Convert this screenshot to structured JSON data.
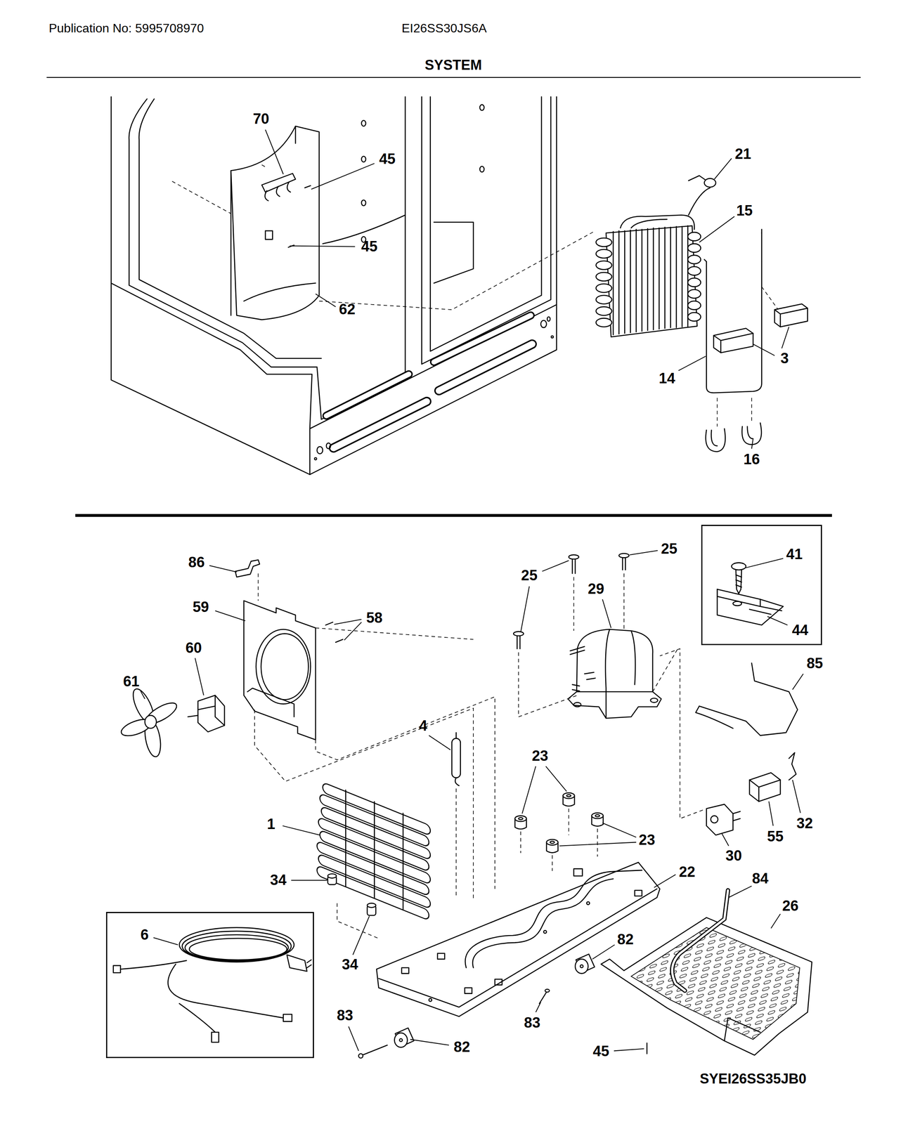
{
  "diagram": {
    "title": "SYSTEM",
    "nodes": [
      {
        "text": [
          "41",
          "44"
        ]
      },
      {
        "text": [
          "6"
        ]
      }
    ],
    "labels": [
      "Publication No: 5995708970",
      "EI26SS30JS6A",
      "70",
      "45",
      "21",
      "15",
      "45",
      "62",
      "3",
      "14",
      "16",
      "25",
      "86",
      "25",
      "29",
      "59",
      "58",
      "60",
      "85",
      "61",
      "4",
      "23",
      "1",
      "55",
      "32",
      "23",
      "30",
      "22",
      "84",
      "34",
      "26",
      "82",
      "34",
      "83",
      "83",
      "82",
      "45",
      "SYEI26SS35JB0"
    ]
  }
}
